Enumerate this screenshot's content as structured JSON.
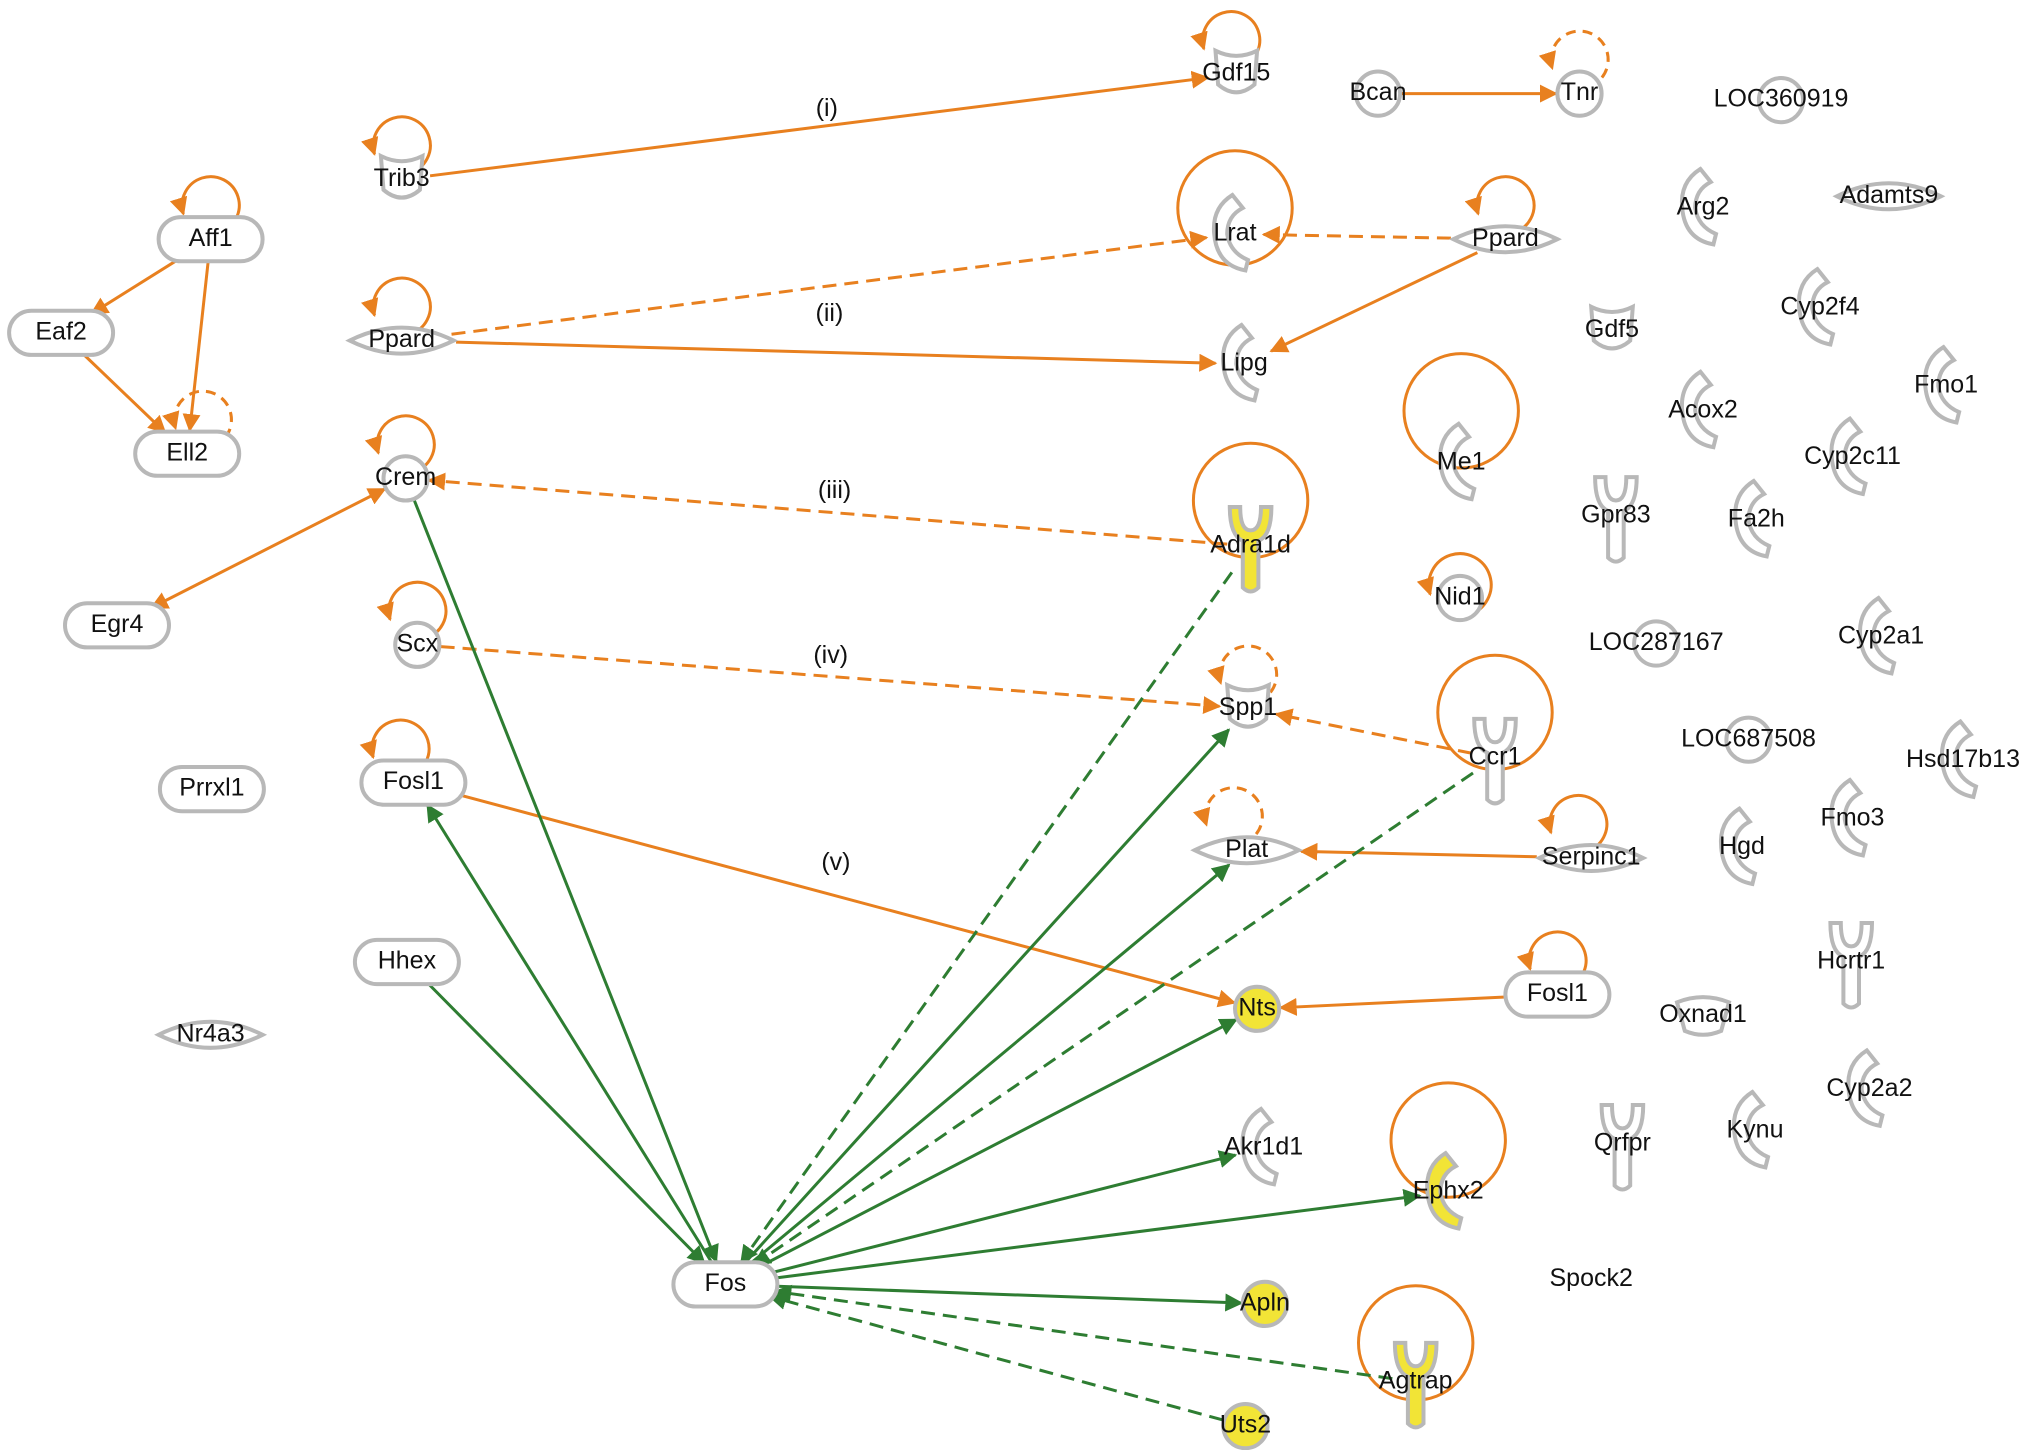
{
  "colors": {
    "orange": "#E8801F",
    "green": "#2E7D32",
    "node_outline": "#B8B8B8",
    "highlight": "#F2E436",
    "node_fill": "#FFFFFF"
  },
  "nodes": [
    {
      "id": "aff1",
      "label": "Aff1",
      "shape": "pill",
      "highlight": false
    },
    {
      "id": "eaf2",
      "label": "Eaf2",
      "shape": "pill",
      "highlight": false
    },
    {
      "id": "ell2",
      "label": "Ell2",
      "shape": "pill",
      "highlight": false
    },
    {
      "id": "egr4",
      "label": "Egr4",
      "shape": "pill",
      "highlight": false
    },
    {
      "id": "prrxl1",
      "label": "Prrxl1",
      "shape": "pill",
      "highlight": false
    },
    {
      "id": "nr4a3",
      "label": "Nr4a3",
      "shape": "diamond",
      "highlight": false
    },
    {
      "id": "trib3",
      "label": "Trib3",
      "shape": "kinase",
      "highlight": false
    },
    {
      "id": "ppard_l",
      "label": "Ppard",
      "shape": "diamond",
      "highlight": false
    },
    {
      "id": "crem",
      "label": "Crem",
      "shape": "circle",
      "highlight": false
    },
    {
      "id": "scx",
      "label": "Scx",
      "shape": "circle",
      "highlight": false
    },
    {
      "id": "fosl1_l",
      "label": "Fosl1",
      "shape": "pill",
      "highlight": false
    },
    {
      "id": "hhex",
      "label": "Hhex",
      "shape": "pill",
      "highlight": false
    },
    {
      "id": "fos",
      "label": "Fos",
      "shape": "pill",
      "highlight": false
    },
    {
      "id": "gdf15",
      "label": "Gdf15",
      "shape": "kinase",
      "highlight": false
    },
    {
      "id": "lrat",
      "label": "Lrat",
      "shape": "enzyme",
      "highlight": false
    },
    {
      "id": "lipg",
      "label": "Lipg",
      "shape": "enzyme",
      "highlight": false
    },
    {
      "id": "adra1d",
      "label": "Adra1d",
      "shape": "receptor",
      "highlight": true
    },
    {
      "id": "spp1",
      "label": "Spp1",
      "shape": "kinase",
      "highlight": false
    },
    {
      "id": "plat",
      "label": "Plat",
      "shape": "diamond",
      "highlight": false
    },
    {
      "id": "nts",
      "label": "Nts",
      "shape": "circle",
      "highlight": true
    },
    {
      "id": "akr1d1",
      "label": "Akr1d1",
      "shape": "enzyme",
      "highlight": false
    },
    {
      "id": "apln",
      "label": "Apln",
      "shape": "circle",
      "highlight": true
    },
    {
      "id": "uts2",
      "label": "Uts2",
      "shape": "circle",
      "highlight": true
    },
    {
      "id": "bcan",
      "label": "Bcan",
      "shape": "circle",
      "highlight": false
    },
    {
      "id": "tnr",
      "label": "Tnr",
      "shape": "circle",
      "highlight": false
    },
    {
      "id": "ppard_r",
      "label": "Ppard",
      "shape": "diamond",
      "highlight": false
    },
    {
      "id": "me1",
      "label": "Me1",
      "shape": "enzyme",
      "highlight": false
    },
    {
      "id": "nid1",
      "label": "Nid1",
      "shape": "circle",
      "highlight": false
    },
    {
      "id": "ccr1",
      "label": "Ccr1",
      "shape": "receptor",
      "highlight": false
    },
    {
      "id": "serpinc1",
      "label": "Serpinc1",
      "shape": "diamond",
      "highlight": false
    },
    {
      "id": "fosl1_r",
      "label": "Fosl1",
      "shape": "pill",
      "highlight": false
    },
    {
      "id": "ephx2",
      "label": "Ephx2",
      "shape": "enzyme",
      "highlight": true
    },
    {
      "id": "agtrap",
      "label": "Agtrap",
      "shape": "receptor",
      "highlight": true
    },
    {
      "id": "loc360919",
      "label": "LOC360919",
      "shape": "circle",
      "highlight": false
    },
    {
      "id": "arg2",
      "label": "Arg2",
      "shape": "enzyme",
      "highlight": false
    },
    {
      "id": "adamts9",
      "label": "Adamts9",
      "shape": "diamond",
      "highlight": false
    },
    {
      "id": "gdf5",
      "label": "Gdf5",
      "shape": "kinase",
      "highlight": false
    },
    {
      "id": "cyp2f4",
      "label": "Cyp2f4",
      "shape": "enzyme",
      "highlight": false
    },
    {
      "id": "fmo1",
      "label": "Fmo1",
      "shape": "enzyme",
      "highlight": false
    },
    {
      "id": "acox2",
      "label": "Acox2",
      "shape": "enzyme",
      "highlight": false
    },
    {
      "id": "cyp2c11",
      "label": "Cyp2c11",
      "shape": "enzyme",
      "highlight": false
    },
    {
      "id": "gpr83",
      "label": "Gpr83",
      "shape": "receptor",
      "highlight": false
    },
    {
      "id": "fa2h",
      "label": "Fa2h",
      "shape": "enzyme",
      "highlight": false
    },
    {
      "id": "loc287167",
      "label": "LOC287167",
      "shape": "circle",
      "highlight": false
    },
    {
      "id": "cyp2a1",
      "label": "Cyp2a1",
      "shape": "enzyme",
      "highlight": false
    },
    {
      "id": "loc687508",
      "label": "LOC687508",
      "shape": "circle",
      "highlight": false
    },
    {
      "id": "hsd17b13",
      "label": "Hsd17b13",
      "shape": "enzyme",
      "highlight": false
    },
    {
      "id": "fmo3",
      "label": "Fmo3",
      "shape": "enzyme",
      "highlight": false
    },
    {
      "id": "hgd",
      "label": "Hgd",
      "shape": "enzyme",
      "highlight": false
    },
    {
      "id": "hcrtr1",
      "label": "Hcrtr1",
      "shape": "receptor",
      "highlight": false
    },
    {
      "id": "oxnad1",
      "label": "Oxnad1",
      "shape": "cylinder",
      "highlight": false
    },
    {
      "id": "cyp2a2",
      "label": "Cyp2a2",
      "shape": "enzyme",
      "highlight": false
    },
    {
      "id": "qrfpr",
      "label": "Qrfpr",
      "shape": "receptor",
      "highlight": false
    },
    {
      "id": "kynu",
      "label": "Kynu",
      "shape": "enzyme",
      "highlight": false
    },
    {
      "id": "spock2",
      "label": "Spock2",
      "shape": "none",
      "highlight": false
    }
  ],
  "edges": [
    {
      "from": "trib3",
      "to": "gdf15",
      "color": "orange",
      "dashed": false,
      "label": "(i)"
    },
    {
      "from": "bcan",
      "to": "tnr",
      "color": "orange",
      "dashed": false,
      "label": ""
    },
    {
      "from": "aff1",
      "to": "eaf2",
      "color": "orange",
      "dashed": false,
      "label": ""
    },
    {
      "from": "eaf2",
      "to": "ell2",
      "color": "orange",
      "dashed": false,
      "label": ""
    },
    {
      "from": "aff1",
      "to": "ell2",
      "color": "orange",
      "dashed": false,
      "label": ""
    },
    {
      "from": "ppard_l",
      "to": "lrat",
      "color": "orange",
      "dashed": true,
      "label": ""
    },
    {
      "from": "ppard_l",
      "to": "lipg",
      "color": "orange",
      "dashed": false,
      "label": "(ii)"
    },
    {
      "from": "ppard_r",
      "to": "lrat",
      "color": "orange",
      "dashed": true,
      "label": ""
    },
    {
      "from": "ppard_r",
      "to": "lipg",
      "color": "orange",
      "dashed": false,
      "label": ""
    },
    {
      "from": "adra1d",
      "to": "crem",
      "color": "orange",
      "dashed": true,
      "label": "(iii)"
    },
    {
      "from": "crem",
      "to": "egr4",
      "color": "orange",
      "dashed": false,
      "label": ""
    },
    {
      "from": "scx",
      "to": "spp1",
      "color": "orange",
      "dashed": true,
      "label": "(iv)"
    },
    {
      "from": "ccr1",
      "to": "spp1",
      "color": "orange",
      "dashed": true,
      "label": ""
    },
    {
      "from": "fosl1_l",
      "to": "nts",
      "color": "orange",
      "dashed": false,
      "label": "(v)"
    },
    {
      "from": "fosl1_r",
      "to": "nts",
      "color": "orange",
      "dashed": false,
      "label": ""
    },
    {
      "from": "serpinc1",
      "to": "plat",
      "color": "orange",
      "dashed": false,
      "label": ""
    },
    {
      "from": "crem",
      "to": "fos",
      "color": "green",
      "dashed": false,
      "label": ""
    },
    {
      "from": "fos",
      "to": "fosl1_l",
      "color": "green",
      "dashed": false,
      "label": ""
    },
    {
      "from": "hhex",
      "to": "fos",
      "color": "green",
      "dashed": false,
      "label": ""
    },
    {
      "from": "adra1d",
      "to": "fos",
      "color": "green",
      "dashed": true,
      "label": ""
    },
    {
      "from": "fos",
      "to": "spp1",
      "color": "green",
      "dashed": false,
      "label": ""
    },
    {
      "from": "fos",
      "to": "plat",
      "color": "green",
      "dashed": false,
      "label": ""
    },
    {
      "from": "ccr1",
      "to": "fos",
      "color": "green",
      "dashed": true,
      "label": ""
    },
    {
      "from": "fos",
      "to": "nts",
      "color": "green",
      "dashed": false,
      "label": ""
    },
    {
      "from": "fos",
      "to": "akr1d1",
      "color": "green",
      "dashed": false,
      "label": ""
    },
    {
      "from": "fos",
      "to": "ephx2",
      "color": "green",
      "dashed": false,
      "label": ""
    },
    {
      "from": "fos",
      "to": "apln",
      "color": "green",
      "dashed": false,
      "label": ""
    },
    {
      "from": "agtrap",
      "to": "fos",
      "color": "green",
      "dashed": true,
      "label": ""
    },
    {
      "from": "uts2",
      "to": "fos",
      "color": "green",
      "dashed": true,
      "label": ""
    }
  ],
  "self_loops": [
    {
      "node": "aff1",
      "dashed": false
    },
    {
      "node": "ell2",
      "dashed": true
    },
    {
      "node": "trib3",
      "dashed": false
    },
    {
      "node": "ppard_l",
      "dashed": false
    },
    {
      "node": "crem",
      "dashed": false
    },
    {
      "node": "scx",
      "dashed": false
    },
    {
      "node": "fosl1_l",
      "dashed": false
    },
    {
      "node": "gdf15",
      "dashed": false
    },
    {
      "node": "tnr",
      "dashed": true
    },
    {
      "node": "lrat",
      "dashed": false
    },
    {
      "node": "ppard_r",
      "dashed": false
    },
    {
      "node": "adra1d",
      "dashed": false
    },
    {
      "node": "spp1",
      "dashed": true
    },
    {
      "node": "plat",
      "dashed": true
    },
    {
      "node": "me1",
      "dashed": false
    },
    {
      "node": "nid1",
      "dashed": false
    },
    {
      "node": "ccr1",
      "dashed": false
    },
    {
      "node": "serpinc1",
      "dashed": false
    },
    {
      "node": "fosl1_r",
      "dashed": false
    },
    {
      "node": "ephx2",
      "dashed": false
    },
    {
      "node": "agtrap",
      "dashed": false
    }
  ]
}
